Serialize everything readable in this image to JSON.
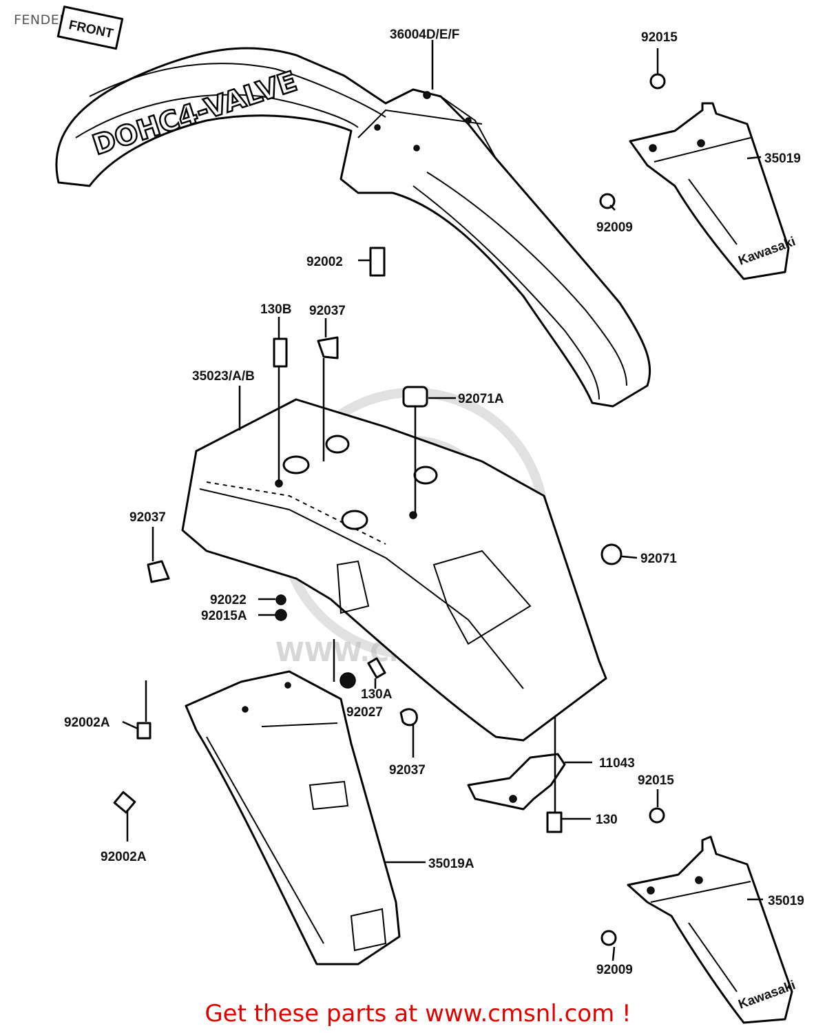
{
  "header": {
    "title": "FENDER"
  },
  "decals": {
    "front_fender_text": "DOHC4-VALVE",
    "front_sticker": "FRONT",
    "flap_brand": "Kawasaki"
  },
  "watermark": {
    "text": "WWW.CMSNL.COM"
  },
  "callouts": [
    {
      "id": "36004def",
      "text": "36004D/E/F"
    },
    {
      "id": "92015-top",
      "text": "92015"
    },
    {
      "id": "35019-top",
      "text": "35019"
    },
    {
      "id": "92009-top",
      "text": "92009"
    },
    {
      "id": "92002",
      "text": "92002"
    },
    {
      "id": "130b",
      "text": "130B"
    },
    {
      "id": "92037-a",
      "text": "92037"
    },
    {
      "id": "35023ab",
      "text": "35023/A/B"
    },
    {
      "id": "92071a",
      "text": "92071A"
    },
    {
      "id": "92037-b",
      "text": "92037"
    },
    {
      "id": "92071",
      "text": "92071"
    },
    {
      "id": "92022",
      "text": "92022"
    },
    {
      "id": "92015a",
      "text": "92015A"
    },
    {
      "id": "130a",
      "text": "130A"
    },
    {
      "id": "92027",
      "text": "92027"
    },
    {
      "id": "92002a-1",
      "text": "92002A"
    },
    {
      "id": "92037-c",
      "text": "92037"
    },
    {
      "id": "11043",
      "text": "11043"
    },
    {
      "id": "92015-bottom",
      "text": "92015"
    },
    {
      "id": "130",
      "text": "130"
    },
    {
      "id": "92002a-2",
      "text": "92002A"
    },
    {
      "id": "35019a",
      "text": "35019A"
    },
    {
      "id": "35019-bottom",
      "text": "35019"
    },
    {
      "id": "92009-bottom",
      "text": "92009"
    }
  ],
  "footer": {
    "promo": "Get these parts at www.cmsnl.com !"
  },
  "colors": {
    "line": "#000000",
    "promo": "#e00000",
    "title": "#555555",
    "watermark": "#c8c8c8"
  }
}
